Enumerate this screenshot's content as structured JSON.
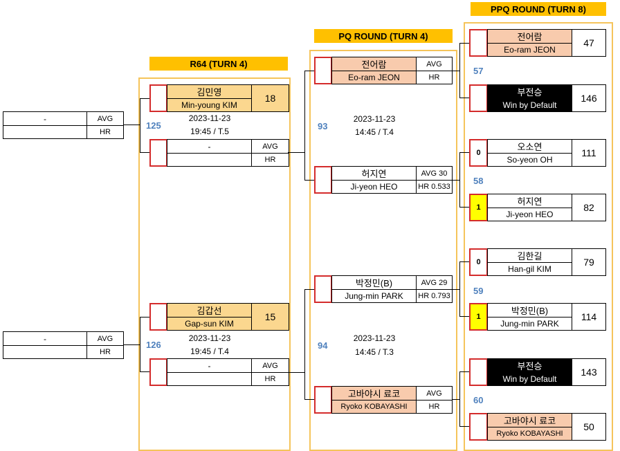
{
  "rounds": {
    "r64": "R64 (TURN 4)",
    "pq": "PQ ROUND (TURN 4)",
    "ppq": "PPQ ROUND (TURN 8)"
  },
  "left": {
    "e1": {
      "name": "-",
      "avg": "AVG",
      "hr": "HR"
    },
    "e2": {
      "name": "-",
      "avg": "AVG",
      "hr": "HR"
    }
  },
  "r64": {
    "m1": {
      "num": "125",
      "date": "2023-11-23",
      "time": "19:45 / T.5",
      "top": {
        "kname": "김민영",
        "ename": "Min-young KIM",
        "score": "18"
      },
      "bot": {
        "name": "-",
        "avg": "AVG",
        "hr": "HR"
      }
    },
    "m2": {
      "num": "126",
      "date": "2023-11-23",
      "time": "19:45 / T.4",
      "top": {
        "kname": "김갑선",
        "ename": "Gap-sun KIM",
        "score": "15"
      },
      "bot": {
        "name": "-",
        "avg": "AVG",
        "hr": "HR"
      }
    }
  },
  "pq": {
    "m1": {
      "num": "93",
      "date": "2023-11-23",
      "time": "14:45 / T.4",
      "top": {
        "kname": "전어람",
        "ename": "Eo-ram JEON",
        "avg": "AVG",
        "hr": "HR"
      },
      "bot": {
        "kname": "허지연",
        "ename": "Ji-yeon HEO",
        "avg": "AVG 30",
        "hr": "HR 0.533"
      }
    },
    "m2": {
      "num": "94",
      "date": "2023-11-23",
      "time": "14:45 / T.3",
      "top": {
        "kname": "박정민(B)",
        "ename": "Jung-min PARK",
        "avg": "AVG 29",
        "hr": "HR 0.793"
      },
      "bot": {
        "kname": "고바야시 료코",
        "ename": "Ryoko KOBAYASHI",
        "avg": "AVG",
        "hr": "HR"
      }
    }
  },
  "ppq": {
    "m57": {
      "num": "57",
      "top": {
        "seed": "",
        "kname": "전어람",
        "ename": "Eo-ram JEON",
        "score": "47"
      },
      "bot": {
        "seed": "",
        "kname": "부전승",
        "ename": "Win by Default",
        "score": "146"
      }
    },
    "m58": {
      "num": "58",
      "top": {
        "seed": "0",
        "kname": "오소연",
        "ename": "So-yeon OH",
        "score": "111"
      },
      "bot": {
        "seed": "1",
        "kname": "허지연",
        "ename": "Ji-yeon HEO",
        "score": "82"
      }
    },
    "m59": {
      "num": "59",
      "top": {
        "seed": "0",
        "kname": "김한길",
        "ename": "Han-gil KIM",
        "score": "79"
      },
      "bot": {
        "seed": "1",
        "kname": "박정민(B)",
        "ename": "Jung-min PARK",
        "score": "114"
      }
    },
    "m60": {
      "num": "60",
      "top": {
        "seed": "",
        "kname": "부전승",
        "ename": "Win by Default",
        "score": "143"
      },
      "bot": {
        "seed": "",
        "kname": "고바야시 료코",
        "ename": "Ryoko KOBAYASHI",
        "score": "50"
      }
    }
  }
}
